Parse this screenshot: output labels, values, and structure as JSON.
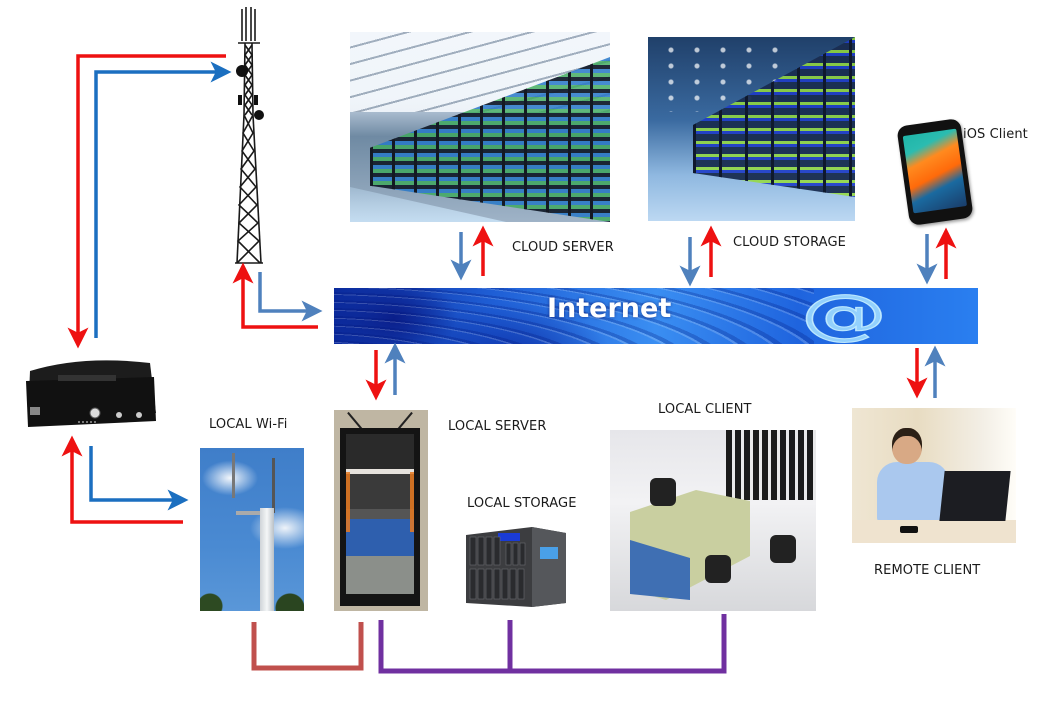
{
  "diagram": {
    "title": "Network topology",
    "banner": {
      "text": "Internet",
      "symbol": "@"
    },
    "nodes": {
      "cloud_server": {
        "label": "CLOUD SERVER",
        "icon": "server-room-photo"
      },
      "cloud_storage": {
        "label": "CLOUD STORAGE",
        "icon": "data-center-photo"
      },
      "ios_client": {
        "label": "iOS Client",
        "icon": "smartphone-photo"
      },
      "cell_tower": {
        "label": "",
        "icon": "cell-tower"
      },
      "mobile_dvr": {
        "label": "",
        "icon": "mobile-dvr-device"
      },
      "local_wifi": {
        "label": "LOCAL Wi-Fi",
        "icon": "wifi-antenna-photo"
      },
      "local_server": {
        "label": "LOCAL SERVER",
        "icon": "server-rack-photo"
      },
      "local_storage": {
        "label": "LOCAL STORAGE",
        "icon": "nas-device-photo"
      },
      "local_client": {
        "label": "LOCAL CLIENT",
        "icon": "office-cubicles-photo"
      },
      "remote_client": {
        "label": "REMOTE CLIENT",
        "icon": "person-laptop-photo"
      }
    },
    "colors": {
      "upstream": "#ee1111",
      "downstream_dark": "#1b6fc0",
      "downstream_light": "#4f81bd",
      "wifi_link": "#c0504d",
      "lan_link": "#7030a0"
    },
    "connections": [
      {
        "from": "mobile_dvr",
        "to": "cell_tower",
        "direction": "bidirectional"
      },
      {
        "from": "cell_tower",
        "to": "internet",
        "direction": "bidirectional"
      },
      {
        "from": "cloud_server",
        "to": "internet",
        "direction": "bidirectional"
      },
      {
        "from": "cloud_storage",
        "to": "internet",
        "direction": "bidirectional"
      },
      {
        "from": "ios_client",
        "to": "internet",
        "direction": "bidirectional"
      },
      {
        "from": "local_server",
        "to": "internet",
        "direction": "bidirectional"
      },
      {
        "from": "remote_client",
        "to": "internet",
        "direction": "bidirectional"
      },
      {
        "from": "mobile_dvr",
        "to": "local_wifi",
        "direction": "bidirectional"
      },
      {
        "from": "local_wifi",
        "to": "local_server",
        "direction": "wired"
      },
      {
        "from": "local_server",
        "to": "local_storage",
        "direction": "wired"
      },
      {
        "from": "local_server",
        "to": "local_client",
        "direction": "wired"
      }
    ]
  }
}
